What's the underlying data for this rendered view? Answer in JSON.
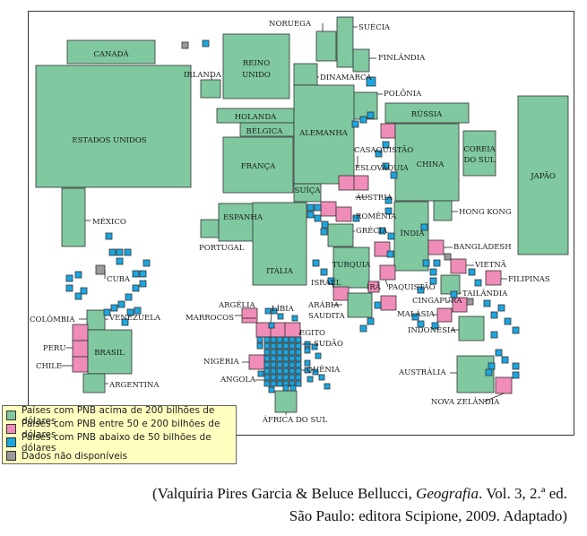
{
  "colors": {
    "over_200": "#7fc8a0",
    "between_50_200": "#f08cb8",
    "under_50": "#1aa6e0",
    "no_data": "#999999",
    "legend_bg": "#ffffc0"
  },
  "labels": {
    "canada": "CANADÁ",
    "usa": "ESTADOS UNIDOS",
    "mexico": "MÉXICO",
    "cuba": "CUBA",
    "venezuela": "VENEZUELA",
    "colombia": "COLÔMBIA",
    "peru": "PERU",
    "chile": "CHILE",
    "brasil": "BRASIL",
    "argentina": "ARGENTINA",
    "irlanda": "IRLANDA",
    "reino_unido_1": "REINO",
    "reino_unido_2": "UNIDO",
    "noruega": "NORUEGA",
    "suecia": "SUÉCIA",
    "finlandia": "FINLÂNDIA",
    "dinamarca": "DINAMARCA",
    "polonia": "POLÔNIA",
    "holanda": "HOLANDA",
    "belgica": "BÉLGICA",
    "alemanha": "ALEMANHA",
    "franca": "FRANÇA",
    "suica": "SUÍÇA",
    "espanha": "ESPANHA",
    "portugal": "PORTUGAL",
    "italia": "ITÁLIA",
    "austria": "ÁUSTRIA",
    "eslovaquia": "ESLOVÁQUIA",
    "romenia": "ROMÊNIA",
    "grecia": "GRÉCIA",
    "turquia": "TURQUIA",
    "russia": "RÚSSIA",
    "casaquistao": "CASAQUISTÃO",
    "china": "CHINA",
    "coreia_1": "COREIA",
    "coreia_2": "DO SUL",
    "japao": "JAPÃO",
    "hong_kong": "HONG KONG",
    "india": "ÍNDIA",
    "bangladesh": "BANGLADESH",
    "vietna": "VIETNÃ",
    "filipinas": "FILIPINAS",
    "tailandia": "TAILÂNDIA",
    "cingapura": "CINGAPURA",
    "malasia": "MALÁSIA",
    "indonesia": "INDONÉSIA",
    "australia": "AUSTRÁLIA",
    "nova_zelandia": "NOVA ZELÂNDIA",
    "israel": "ISRAEL",
    "ira": "IRÃ",
    "paquistao": "PAQUISTÃO",
    "arabia_1": "ARÁBIA",
    "arabia_2": "SAUDITA",
    "argelia": "ARGÉLIA",
    "libia": "LÍBIA",
    "marrocos": "MARROCOS",
    "egito": "EGITO",
    "sudao": "SUDÃO",
    "nigeria": "NIGÉRIA",
    "angola": "ANGOLA",
    "quenia": "QUÊNIA",
    "africa_do_sul": "ÁFRICA DO SUL"
  },
  "legend": {
    "items": [
      {
        "label": "Países com PNB acima de 200 bilhões de dólares",
        "color": "#7fc8a0"
      },
      {
        "label": "Países com PNB entre 50 e 200 bilhões de dólares",
        "color": "#f08cb8"
      },
      {
        "label": "Países com PNB abaixo de 50  bilhões de dólares",
        "color": "#1aa6e0"
      },
      {
        "label": "Dados não disponíveis",
        "color": "#999999"
      }
    ]
  },
  "caption": {
    "line1_pre": "(Valquíria Pires Garcia & Beluce Bellucci, ",
    "line1_italic": "Geografia",
    "line1_post": ". Vol. 3, 2.ª ed.",
    "line2": "São Paulo: editora Scipione, 2009. Adaptado)"
  }
}
